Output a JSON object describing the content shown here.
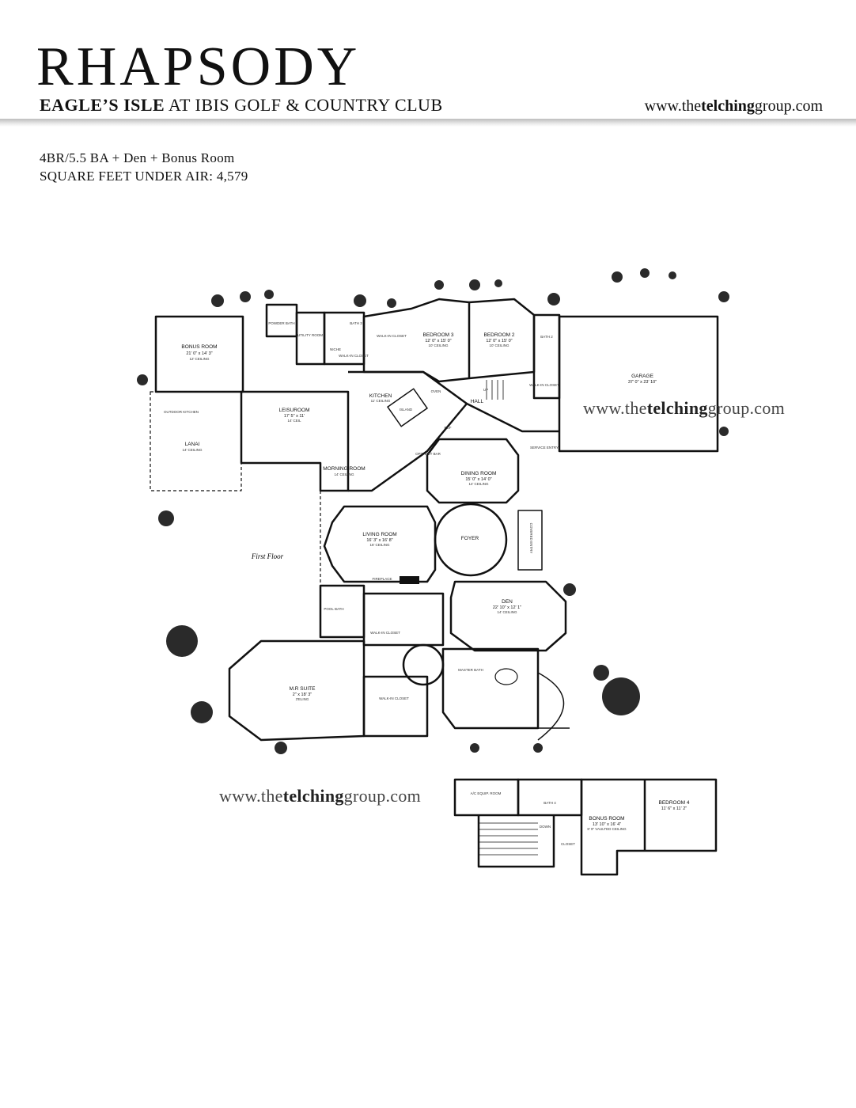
{
  "header": {
    "title": "RHAPSODY",
    "subtitle_bold": "EAGLE’S ISLE",
    "subtitle_rest": " AT IBIS GOLF & COUNTRY CLUB",
    "site_pre": "www.the",
    "site_bold": "telching",
    "site_post": "group.com"
  },
  "info": {
    "line1": "4BR/5.5 BA + Den + Bonus Room",
    "line2": "SQUARE FEET UNDER AIR: 4,579"
  },
  "watermark": {
    "pre": "www.the",
    "bold": "telching",
    "post": "group.com"
  },
  "rooms": {
    "bonus": {
      "name": "BONUS ROOM",
      "dims": "21' 0\" x 14' 3\"",
      "ceil": "12' CEILING"
    },
    "powder": {
      "name": "POWDER BATH"
    },
    "utility": {
      "name": "UTILITY ROOM"
    },
    "bath3": {
      "name": "BATH 3"
    },
    "niche": "NICHE",
    "walkin3": "WALK-IN CLOSET",
    "walkin_b": "WALK-IN CLOSET",
    "bedroom3": {
      "name": "BEDROOM 3",
      "dims": "12' 0\" x 15' 0\"",
      "ceil": "10' CEILING"
    },
    "bedroom2": {
      "name": "BEDROOM 2",
      "dims": "12' 0\" x 15' 0\"",
      "ceil": "10' CEILING"
    },
    "bath2": {
      "name": "BATH 2"
    },
    "walkin2": "WALK-IN CLOSET",
    "garage": {
      "name": "GARAGE",
      "dims": "37' 0\" x 23' 10\""
    },
    "outdoor_kitchen": "OUTDOOR KITCHEN",
    "lanai": {
      "name": "LANAI",
      "ceil": "14' CEILING"
    },
    "leisure": {
      "name": "LEISUROOM",
      "dims": "17' 5\" x 11'",
      "ceil": "14' CEIL"
    },
    "kitchen": {
      "name": "KITCHEN",
      "ceil": "11' CEILING"
    },
    "island": "ISLAND",
    "oven": "OVEN",
    "ref": "REF",
    "up": "UP",
    "hall": "HALL",
    "service_entry": "SERVICE ENTRY",
    "wet_bar": "OPT. WET BAR",
    "morning": {
      "name": "MORNING ROOM",
      "ceil": "14' CEILING"
    },
    "dining": {
      "name": "DINING ROOM",
      "dims": "15' 0\" x 14' 0\"",
      "ceil": "14' CEILING"
    },
    "living": {
      "name": "LIVING ROOM",
      "dims": "16' 3\" x 16' 8\"",
      "ceil": "16' CEILING"
    },
    "foyer": "FOYER",
    "covered_entry": "COVERED ENTRY",
    "fireplace": "FIREPLACE",
    "first_floor": "First Floor",
    "den": {
      "name": "DEN",
      "dims": "22' 10\" x 12' 1\"",
      "ceil": "14' CEILING"
    },
    "pool_bath": "POOL BATH",
    "walkin_m1": "WALK-IN CLOSET",
    "walkin_m2": "WALK-IN CLOSET",
    "master_bath": "MASTER BATH",
    "mbr": {
      "name": "M.R SUITE",
      "dims": "2\" x 18' 3\"",
      "ceil": "3'ELING"
    }
  },
  "upper": {
    "ac": "A/C EQUIP. ROOM",
    "bath4": "BATH 4",
    "bonus": {
      "name": "BONUS ROOM",
      "dims": "13' 10\" x 16' 4\"",
      "ceil": "8' 9\" VAULTED CEILING"
    },
    "bedroom4": {
      "name": "BEDROOM 4",
      "dims": "11' 6\" x 11' 2\""
    },
    "down": "DOWN",
    "closet": "CLOSET"
  },
  "colors": {
    "ink": "#111111",
    "rule": "#bdbdbd",
    "plant": "#2a2a2a"
  }
}
